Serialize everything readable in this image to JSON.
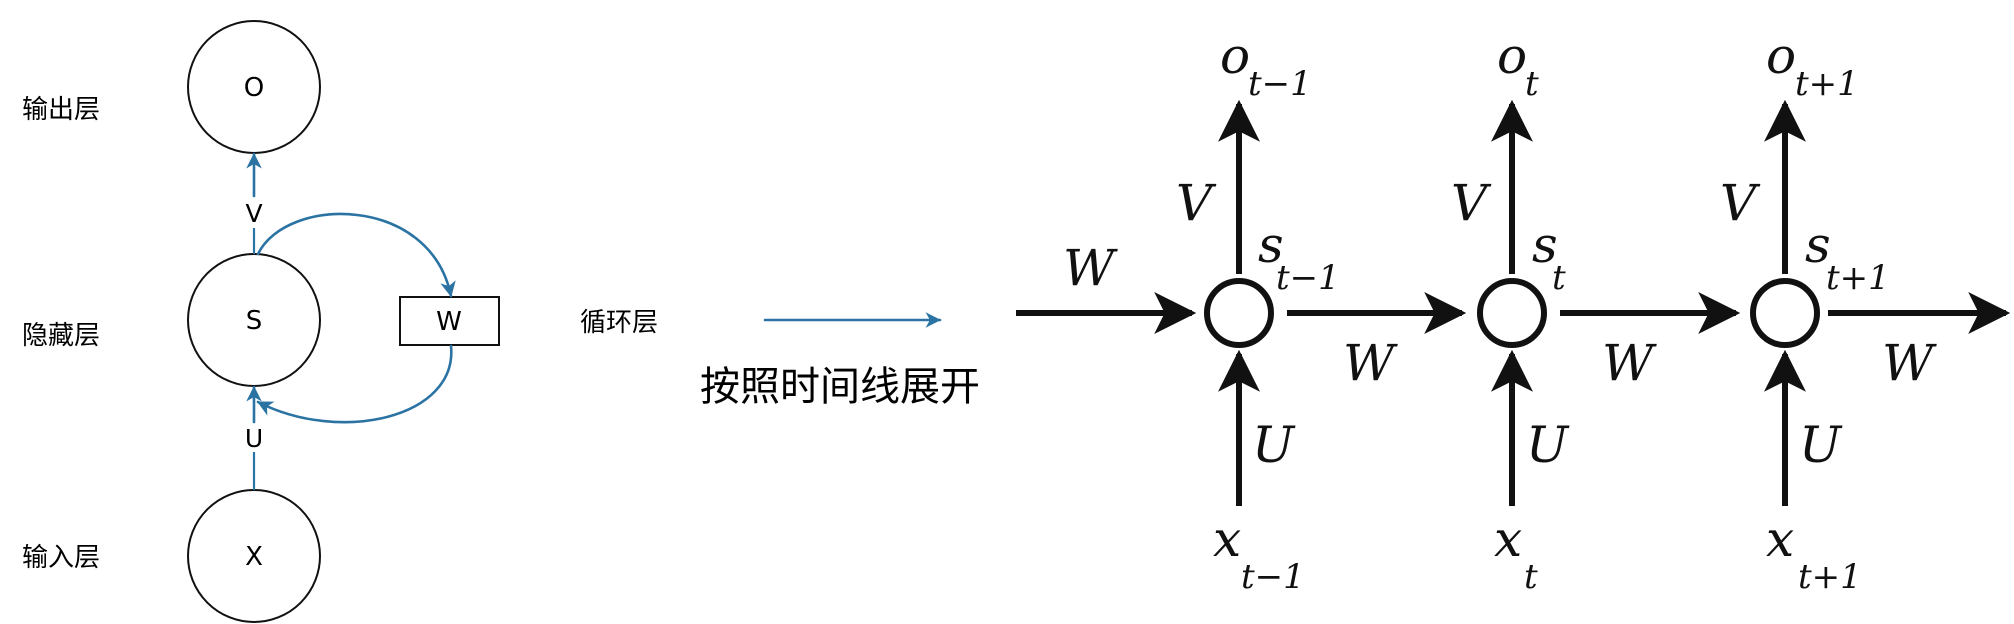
{
  "left_diagram": {
    "layer_labels": {
      "output": "输出层",
      "hidden": "隐藏层",
      "input": "输入层",
      "recurrent": "循环层"
    },
    "nodes": {
      "output": "O",
      "hidden": "S",
      "input": "X",
      "weight": "W"
    },
    "edges": {
      "v": "V",
      "u": "U"
    }
  },
  "transition": {
    "label": "按照时间线展开"
  },
  "right_diagram": {
    "steps": [
      {
        "output": {
          "main": "o",
          "sub": "t−1"
        },
        "state": {
          "main": "s",
          "sub": "t−1"
        },
        "input": {
          "main": "x",
          "sub": "t−1"
        }
      },
      {
        "output": {
          "main": "o",
          "sub": "t"
        },
        "state": {
          "main": "s",
          "sub": "t"
        },
        "input": {
          "main": "x",
          "sub": "t"
        }
      },
      {
        "output": {
          "main": "o",
          "sub": "t+1"
        },
        "state": {
          "main": "s",
          "sub": "t+1"
        },
        "input": {
          "main": "x",
          "sub": "t+1"
        }
      }
    ],
    "edge_labels": {
      "v": "V",
      "u": "U",
      "w": "W"
    }
  }
}
